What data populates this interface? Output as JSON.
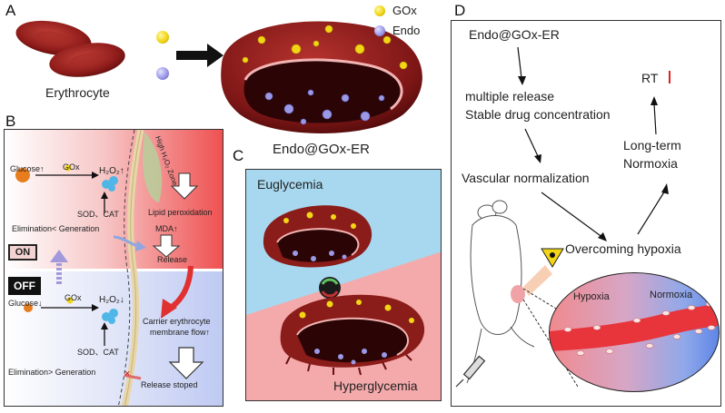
{
  "panel_a": {
    "letter": "A",
    "erythrocyte_label": "Erythrocyte",
    "legend": [
      {
        "label": "GOx",
        "color": "#f2d616"
      },
      {
        "label": "Endo",
        "color": "#9b98e6"
      }
    ],
    "product_label": "Endo@GOx-ER"
  },
  "panel_b": {
    "letter": "B",
    "on_label": "ON",
    "off_label": "OFF",
    "on": {
      "glucose": "Glucose↑",
      "gox": "GOx",
      "h2o2": "H₂O₂↑",
      "sod_cat": "SOD、CAT",
      "balance": "Elimination< Generation",
      "zone": "High H₂O₂ Zone",
      "lipid": "Lipid peroxidation",
      "mda": "MDA↑",
      "release": "Release"
    },
    "off": {
      "glucose": "Glucose↓",
      "gox": "GOx",
      "h2o2": "H₂O₂↓",
      "sod_cat": "SOD、CAT",
      "balance": "Elimination> Generation",
      "flow_line1": "Carrier erythrocyte",
      "flow_line2": "membrane flow↑",
      "release": "Release stoped"
    }
  },
  "panel_c": {
    "letter": "C",
    "top_label": "Euglycemia",
    "bottom_label": "Hyperglycemia"
  },
  "panel_d": {
    "letter": "D",
    "node1": "Endo@GOx-ER",
    "node2_line1": "multiple  release",
    "node2_line2": "Stable drug concentration",
    "node3": "Vascular normalization",
    "node4": "Overcoming hypoxia",
    "node5_line1": "Long-term",
    "node5_line2": "Normoxia",
    "node6": "RT",
    "hypoxia_label": "Hypoxia",
    "normoxia_label": "Normoxia"
  }
}
